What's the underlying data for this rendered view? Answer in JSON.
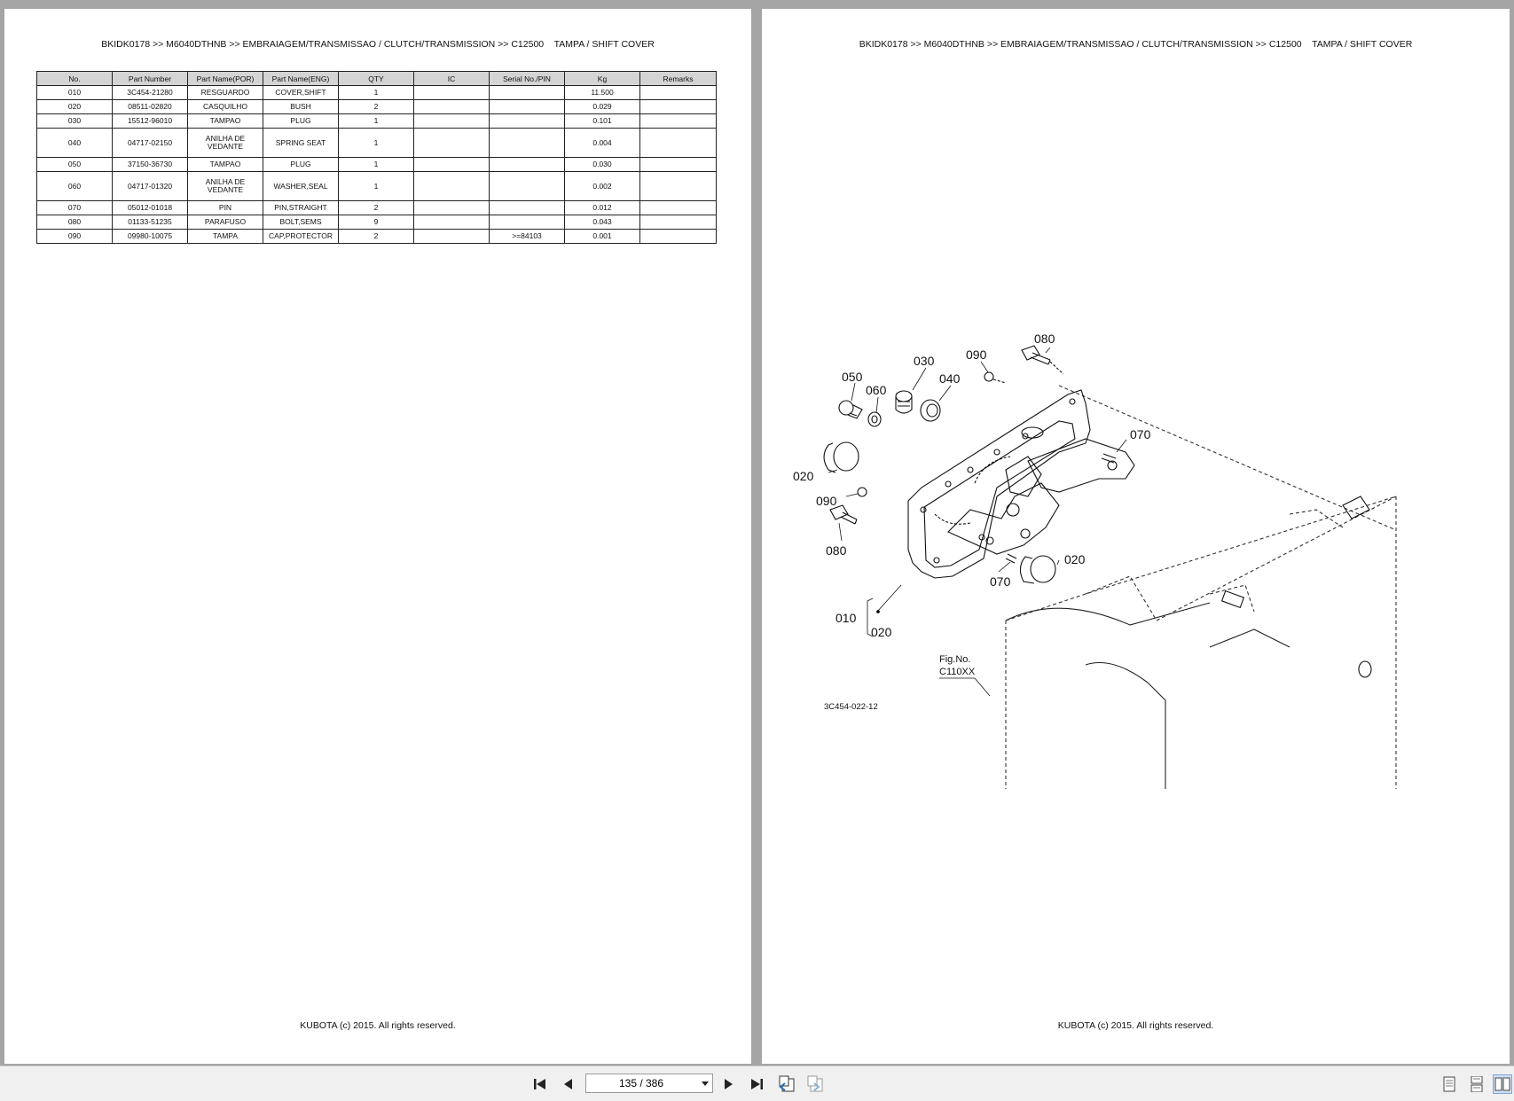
{
  "breadcrumb": "BKIDK0178 >> M6040DTHNB >> EMBRAIAGEM/TRANSMISSAO / CLUTCH/TRANSMISSION >> C12500    TAMPA / SHIFT COVER",
  "footer": "KUBOTA (c) 2015. All rights reserved.",
  "table": {
    "headers": [
      "No.",
      "Part Number",
      "Part Name(POR)",
      "Part Name(ENG)",
      "QTY",
      "IC",
      "Serial No./PIN",
      "Kg",
      "Remarks"
    ],
    "rows": [
      [
        "010",
        "3C454-21280",
        "RESGUARDO",
        "COVER,SHIFT",
        "1",
        "",
        "",
        "11.500",
        ""
      ],
      [
        "020",
        "08511-02820",
        "CASQUILHO",
        "BUSH",
        "2",
        "",
        "",
        "0.029",
        ""
      ],
      [
        "030",
        "15512-96010",
        "TAMPAO",
        "PLUG",
        "1",
        "",
        "",
        "0.101",
        ""
      ],
      [
        "040",
        "04717-02150",
        "ANILHA DE VEDANTE",
        "SPRING SEAT",
        "1",
        "",
        "",
        "0.004",
        ""
      ],
      [
        "050",
        "37150-36730",
        "TAMPAO",
        "PLUG",
        "1",
        "",
        "",
        "0.030",
        ""
      ],
      [
        "060",
        "04717-01320",
        "ANILHA DE VEDANTE",
        "WASHER,SEAL",
        "1",
        "",
        "",
        "0.002",
        ""
      ],
      [
        "070",
        "05012-01018",
        "PIN",
        "PIN,STRAIGHT",
        "2",
        "",
        "",
        "0.012",
        ""
      ],
      [
        "080",
        "01133-51235",
        "PARAFUSO",
        "BOLT,SEMS",
        "9",
        "",
        "",
        "0.043",
        ""
      ],
      [
        "090",
        "09980-10075",
        "TAMPA",
        "CAP,PROTECTOR",
        "2",
        "",
        ">=84103",
        "0.001",
        ""
      ]
    ]
  },
  "diagram": {
    "callouts": [
      "080",
      "030",
      "090",
      "050",
      "060",
      "040",
      "070",
      "020",
      "090",
      "080",
      "020",
      "070",
      "010",
      "020"
    ],
    "fig_label_1": "Fig.No.",
    "fig_label_2": "C110XX",
    "drawing_code": "3C454-022-12"
  },
  "toolbar": {
    "page_indicator": "135 / 386",
    "icons": [
      "first-page-icon",
      "prev-page-icon",
      "next-page-icon",
      "last-page-icon",
      "back-view-icon",
      "forward-view-icon",
      "single-page-icon",
      "continuous-icon",
      "two-page-icon"
    ]
  }
}
